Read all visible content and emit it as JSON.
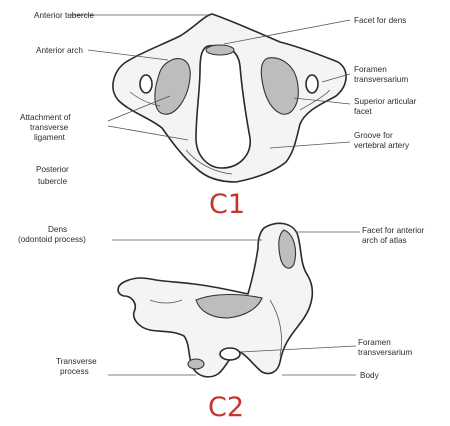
{
  "c1": {
    "title": "C1",
    "labels": {
      "anterior_tubercle": "Anterior tubercle",
      "anterior_arch": "Anterior arch",
      "attachment_1": "Attachment of",
      "attachment_2": "transverse",
      "attachment_3": "ligament",
      "posterior_tubercle_1": "Posterior",
      "posterior_tubercle_2": "tubercle",
      "facet_for_dens": "Facet for dens",
      "foramen_1": "Foramen",
      "foramen_2": "transversarium",
      "superior_facet_1": "Superior articular",
      "superior_facet_2": "facet",
      "groove_1": "Groove for",
      "groove_2": "vertebral artery"
    }
  },
  "c2": {
    "title": "C2",
    "labels": {
      "dens_1": "Dens",
      "dens_2": "(odontoid process)",
      "facet_anterior_1": "Facet for anterior",
      "facet_anterior_2": "arch of atlas",
      "foramen_1": "Foramen",
      "foramen_2": "transversarium",
      "transverse_1": "Transverse",
      "transverse_2": "process",
      "body": "Body"
    }
  },
  "colors": {
    "title_red": "#c8332d",
    "bone_fill": "#f4f4f4",
    "facet_fill": "#bdbdbd"
  }
}
